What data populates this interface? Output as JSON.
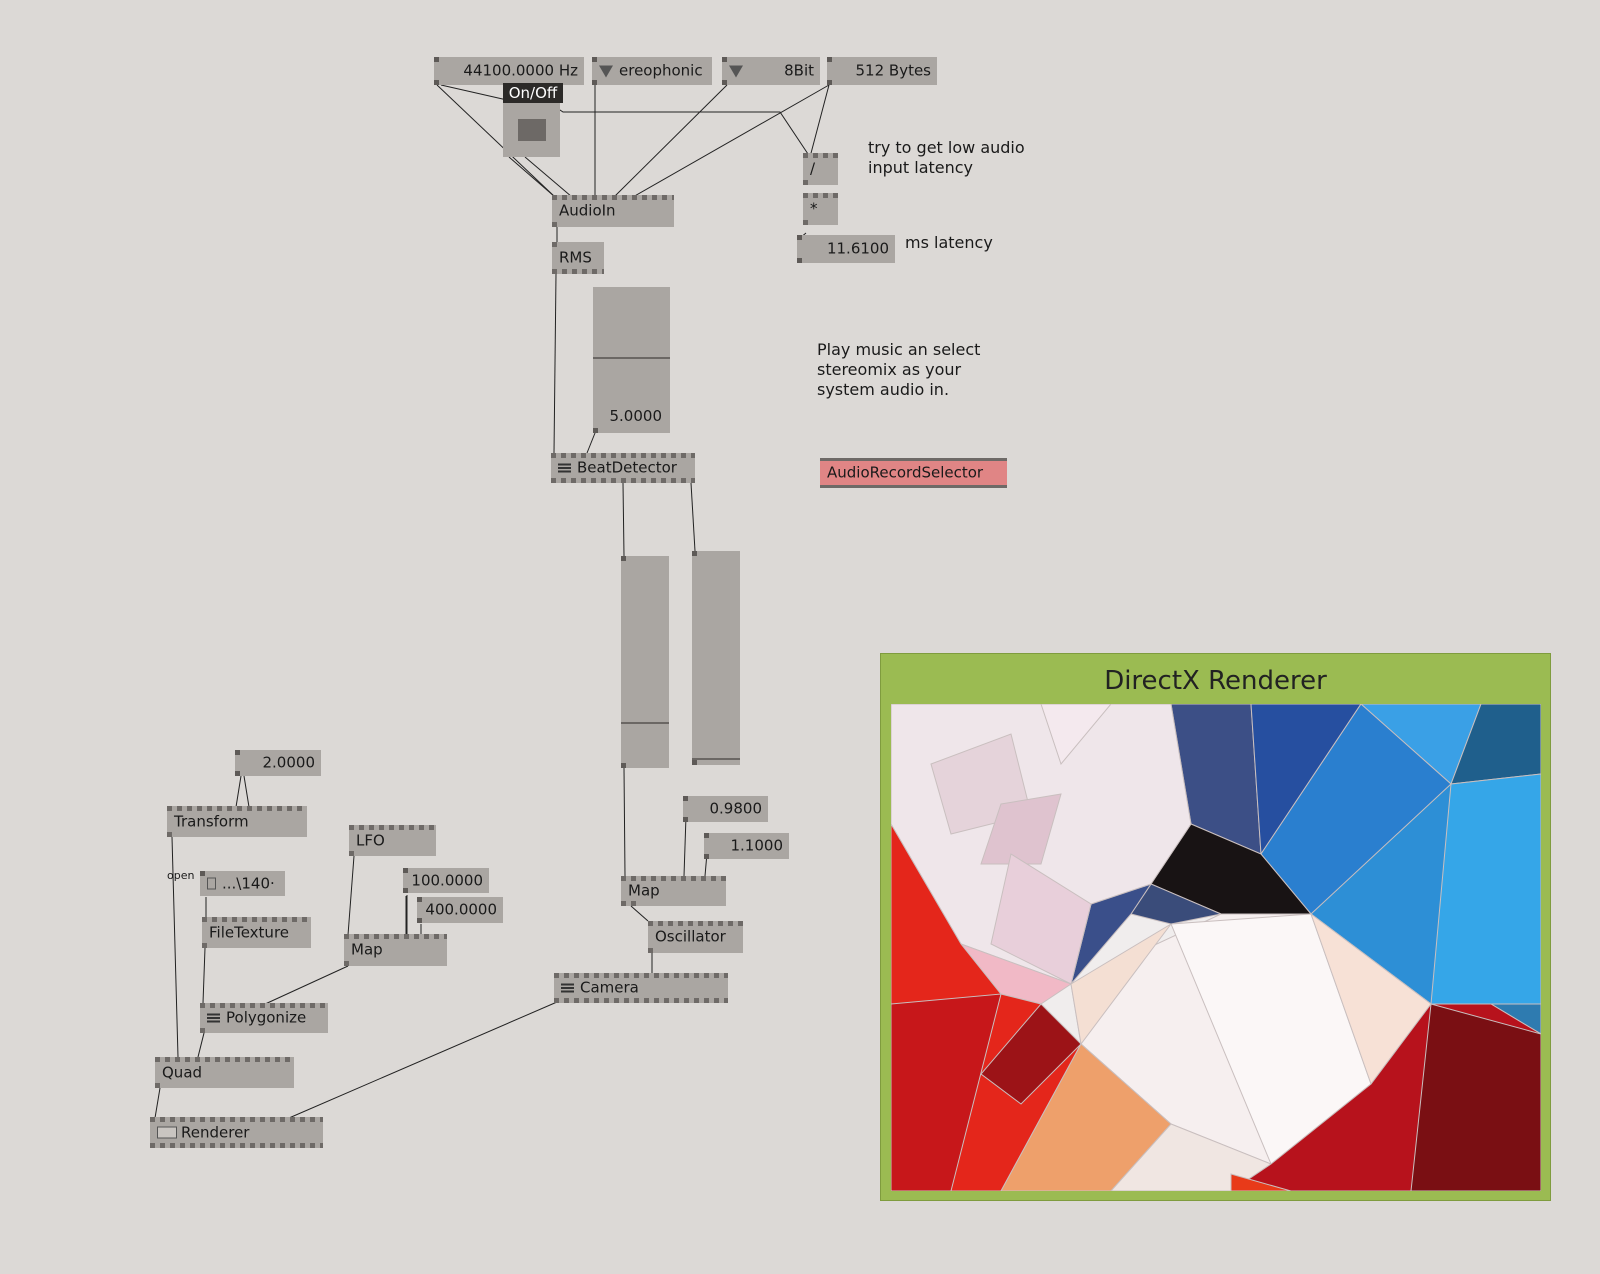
{
  "nodes": {
    "samplerate": "44100.0000 Hz",
    "channels": "ereophonic",
    "bitdepth": "8Bit",
    "buffer": "512 Bytes",
    "onoff": "On/Off",
    "audioin": "AudioIn",
    "rms": "RMS",
    "divide": "/",
    "multiply": "*",
    "latency": "11.6100",
    "beat_slider": "5.0000",
    "beatdetector": "BeatDetector",
    "audio_record_selector": "AudioRecordSelector",
    "two": "2.0000",
    "transform": "Transform",
    "open": "open",
    "filepath": "...\\140·",
    "filetexture": "FileTexture",
    "lfo": "LFO",
    "hundred": "100.0000",
    "fourhundred": "400.0000",
    "map_left": "Map",
    "polygonize": "Polygonize",
    "quad": "Quad",
    "renderer_node": "Renderer",
    "v098": "0.9800",
    "v110": "1.1000",
    "map_right": "Map",
    "oscillator": "Oscillator",
    "camera": "Camera"
  },
  "comments": {
    "latency_tip": "try to get low audio\ninput latency",
    "ms_latency": "ms latency",
    "play_music": "Play music an select\nstereomix as your\nsystem audio in."
  },
  "renderer_window": {
    "title": "DirectX Renderer"
  },
  "colors": {
    "canvas": "#dcd9d6",
    "node": "#aaa6a2",
    "selector": "#e08585",
    "renderer_frame": "#9bbb52"
  }
}
